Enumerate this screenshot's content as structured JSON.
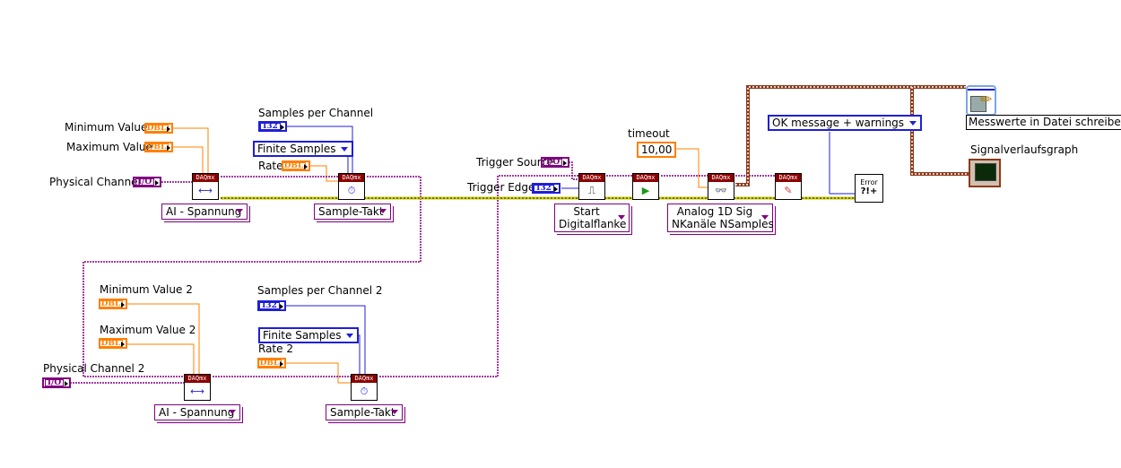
{
  "labels": {
    "min_value": "Minimum Value",
    "max_value": "Maximum Value",
    "physical_channel": "Physical Channel",
    "samples_per_channel": "Samples per Channel",
    "rate": "Rate",
    "min_value_2": "Minimum Value 2",
    "max_value_2": "Maximum Value 2",
    "physical_channel_2": "Physical Channel 2",
    "samples_per_channel_2": "Samples per Channel 2",
    "rate_2": "Rate 2",
    "trigger_source": "Trigger Source",
    "trigger_edge": "Trigger Edge",
    "timeout": "timeout",
    "signal_graph": "Signalverlaufsgraph"
  },
  "terminals": {
    "dbl": "DBL",
    "io": "I/O",
    "i32": "I32"
  },
  "rings": {
    "sample_mode": "Finite Samples",
    "sample_mode_2": "Finite Samples",
    "error_mode": "OK message + warnings"
  },
  "selectors": {
    "ai_voltage": "AI - Spannung",
    "sample_clock": "Sample-Takt",
    "ai_voltage_2": "AI - Spannung",
    "sample_clock_2": "Sample-Takt",
    "trigger_line1": "Start",
    "trigger_line2": "Digitalflanke",
    "read_line1": "Analog 1D Sig",
    "read_line2": "NKanäle NSamples"
  },
  "constants": {
    "timeout_value": "10,00"
  },
  "vi_header": "DAQmx",
  "error_icon_text": "Error",
  "file_vi_tooltip": "Messwerte in Datei schreiben",
  "colors": {
    "dbl": "#ff8000",
    "io": "#800080",
    "i32": "#1f1fd8",
    "error": "#c8c800",
    "waveform": "#8b3a1a"
  }
}
